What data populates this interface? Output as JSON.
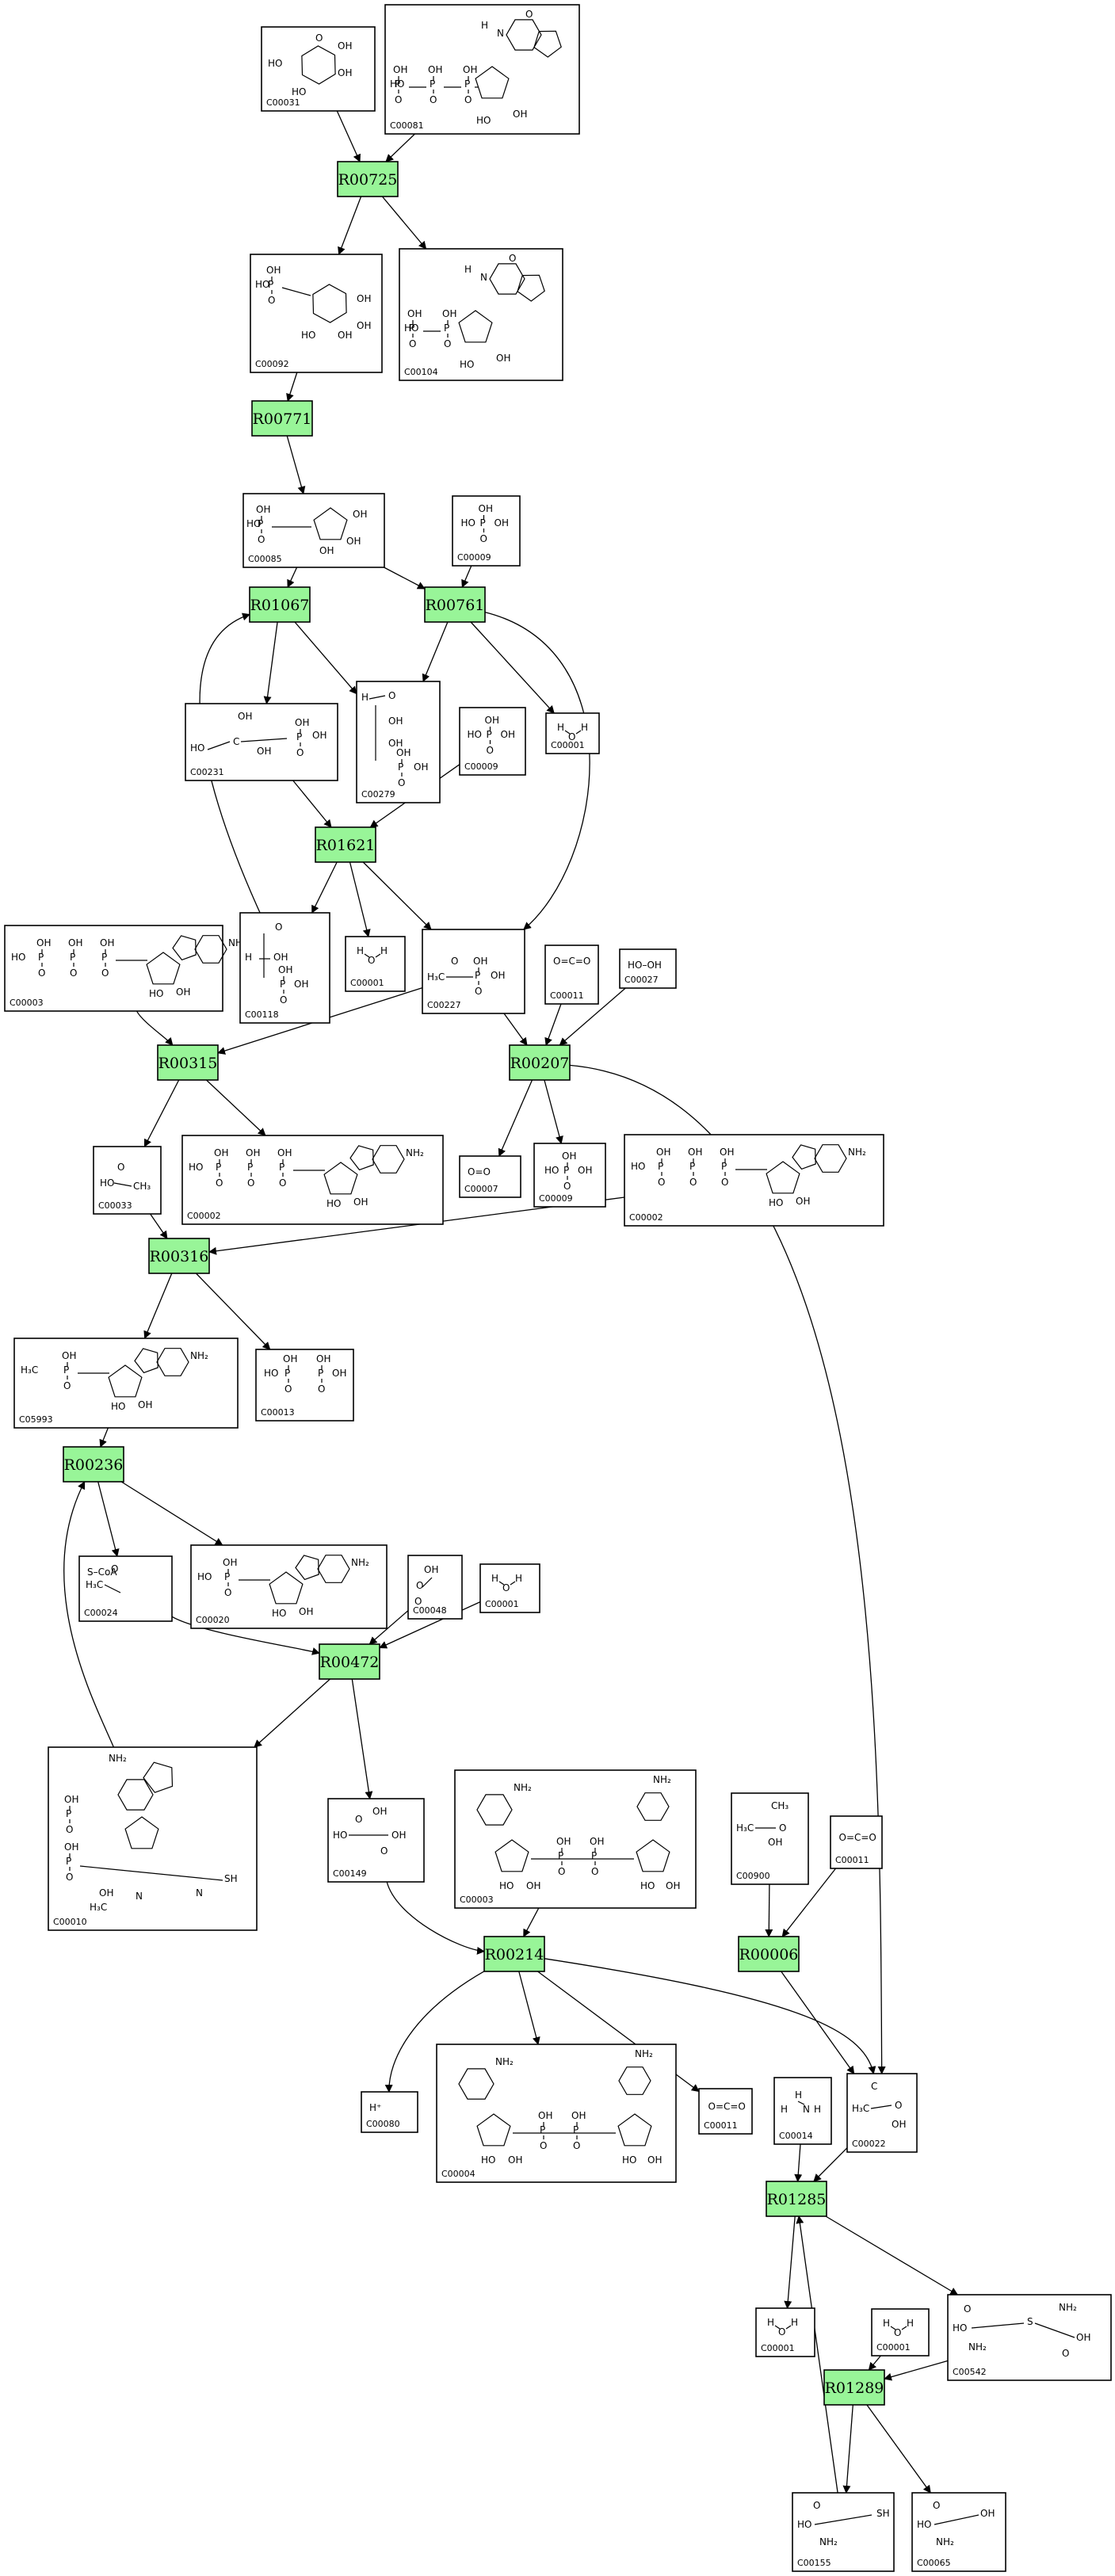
{
  "reactions": [
    {
      "id": "r1",
      "label": "R00725"
    },
    {
      "id": "r2",
      "label": "R00771"
    },
    {
      "id": "r3",
      "label": "R01067"
    },
    {
      "id": "r4",
      "label": "R00761"
    },
    {
      "id": "r5",
      "label": "R01621"
    },
    {
      "id": "r6",
      "label": "R00315"
    },
    {
      "id": "r7",
      "label": "R00207"
    },
    {
      "id": "r8",
      "label": "R00316"
    },
    {
      "id": "r9",
      "label": "R00236"
    },
    {
      "id": "r10",
      "label": "R00472"
    },
    {
      "id": "r11",
      "label": "R00214"
    },
    {
      "id": "r12",
      "label": "R00006"
    },
    {
      "id": "r13",
      "label": "R01285"
    },
    {
      "id": "r14",
      "label": "R01289"
    }
  ],
  "compounds": [
    {
      "id": "c1",
      "label": "C00031",
      "text": []
    },
    {
      "id": "c2",
      "label": "C00081",
      "text": []
    },
    {
      "id": "c3",
      "label": "C00092",
      "text": []
    },
    {
      "id": "c4",
      "label": "C00104",
      "text": []
    },
    {
      "id": "c5",
      "label": "C00085",
      "text": []
    },
    {
      "id": "c6",
      "label": "C00009",
      "text": []
    },
    {
      "id": "c7",
      "label": "C00231",
      "text": []
    },
    {
      "id": "c8",
      "label": "C00279",
      "text": []
    },
    {
      "id": "c9",
      "label": "C00009",
      "text": []
    },
    {
      "id": "c10",
      "label": "C00001",
      "text": []
    },
    {
      "id": "c11",
      "label": "C00003",
      "text": []
    },
    {
      "id": "c12",
      "label": "C00118",
      "text": []
    },
    {
      "id": "c13",
      "label": "C00001",
      "text": []
    },
    {
      "id": "c14",
      "label": "C00227",
      "text": []
    },
    {
      "id": "c15",
      "label": "C00011",
      "text": [
        "O=C=O"
      ]
    },
    {
      "id": "c16",
      "label": "C00027",
      "text": [
        "HO–OH"
      ]
    },
    {
      "id": "c17",
      "label": "C00033",
      "text": []
    },
    {
      "id": "c18",
      "label": "C00002",
      "text": []
    },
    {
      "id": "c19",
      "label": "C00007",
      "text": [
        "O=O"
      ]
    },
    {
      "id": "c20",
      "label": "C00009",
      "text": []
    },
    {
      "id": "c21",
      "label": "C00002",
      "text": []
    },
    {
      "id": "c22",
      "label": "C05993",
      "text": []
    },
    {
      "id": "c23",
      "label": "C00013",
      "text": []
    },
    {
      "id": "c24",
      "label": "C00024",
      "text": [
        "S–CoA"
      ]
    },
    {
      "id": "c25",
      "label": "C00020",
      "text": []
    },
    {
      "id": "c26",
      "label": "C00048",
      "text": []
    },
    {
      "id": "c27",
      "label": "C00001",
      "text": []
    },
    {
      "id": "c28",
      "label": "C00010",
      "text": []
    },
    {
      "id": "c29",
      "label": "C00149",
      "text": []
    },
    {
      "id": "c30",
      "label": "C00003",
      "text": []
    },
    {
      "id": "c31",
      "label": "C00900",
      "text": []
    },
    {
      "id": "c32",
      "label": "C00011",
      "text": []
    },
    {
      "id": "c33",
      "label": "C00080",
      "text": [
        "H⁺"
      ]
    },
    {
      "id": "c34",
      "label": "C00004",
      "text": []
    },
    {
      "id": "c35",
      "label": "C00011",
      "text": []
    },
    {
      "id": "c36",
      "label": "C00014",
      "text": []
    },
    {
      "id": "c37",
      "label": "C00022",
      "text": []
    },
    {
      "id": "c38",
      "label": "C00001",
      "text": []
    },
    {
      "id": "c39",
      "label": "C00001",
      "text": []
    },
    {
      "id": "c40",
      "label": "C00542",
      "text": []
    },
    {
      "id": "c41",
      "label": "C00155",
      "text": []
    },
    {
      "id": "c42",
      "label": "C00065",
      "text": []
    }
  ],
  "edges": [
    [
      "c1",
      "r1"
    ],
    [
      "c2",
      "r1"
    ],
    [
      "r1",
      "c3"
    ],
    [
      "r1",
      "c4"
    ],
    [
      "c3",
      "r2"
    ],
    [
      "r2",
      "c5"
    ],
    [
      "c5",
      "r3"
    ],
    [
      "c5",
      "r4"
    ],
    [
      "c6",
      "r4"
    ],
    [
      "r3",
      "c7"
    ],
    [
      "r3",
      "c8"
    ],
    [
      "r4",
      "c8"
    ],
    [
      "r4",
      "c10"
    ],
    [
      "r4",
      "c14"
    ],
    [
      "c7",
      "r5"
    ],
    [
      "c9",
      "r5"
    ],
    [
      "c12",
      "r3"
    ],
    [
      "r5",
      "c12"
    ],
    [
      "r5",
      "c13"
    ],
    [
      "r5",
      "c14"
    ],
    [
      "c11",
      "r6"
    ],
    [
      "c14",
      "r6"
    ],
    [
      "c14",
      "r7"
    ],
    [
      "c15",
      "r7"
    ],
    [
      "c16",
      "r7"
    ],
    [
      "r6",
      "c17"
    ],
    [
      "r6",
      "c18"
    ],
    [
      "r7",
      "c19"
    ],
    [
      "r7",
      "c20"
    ],
    [
      "r7",
      "c37"
    ],
    [
      "c17",
      "r8"
    ],
    [
      "c21",
      "r8"
    ],
    [
      "r8",
      "c22"
    ],
    [
      "r8",
      "c23"
    ],
    [
      "c22",
      "r9"
    ],
    [
      "r9",
      "c24"
    ],
    [
      "r9",
      "c25"
    ],
    [
      "c28",
      "r9"
    ],
    [
      "c24",
      "r10"
    ],
    [
      "c26",
      "r10"
    ],
    [
      "c27",
      "r10"
    ],
    [
      "r10",
      "c28"
    ],
    [
      "r10",
      "c29"
    ],
    [
      "c29",
      "r11"
    ],
    [
      "c30",
      "r11"
    ],
    [
      "r11",
      "c33"
    ],
    [
      "r11",
      "c34"
    ],
    [
      "r11",
      "c35"
    ],
    [
      "r11",
      "c37"
    ],
    [
      "c31",
      "r12"
    ],
    [
      "c32",
      "r12"
    ],
    [
      "r12",
      "c37"
    ],
    [
      "c36",
      "r13"
    ],
    [
      "c37",
      "r13"
    ],
    [
      "c41",
      "r13"
    ],
    [
      "r13",
      "c38"
    ],
    [
      "r13",
      "c40"
    ],
    [
      "c39",
      "r14"
    ],
    [
      "c40",
      "r14"
    ],
    [
      "r14",
      "c41"
    ],
    [
      "r14",
      "c42"
    ]
  ]
}
